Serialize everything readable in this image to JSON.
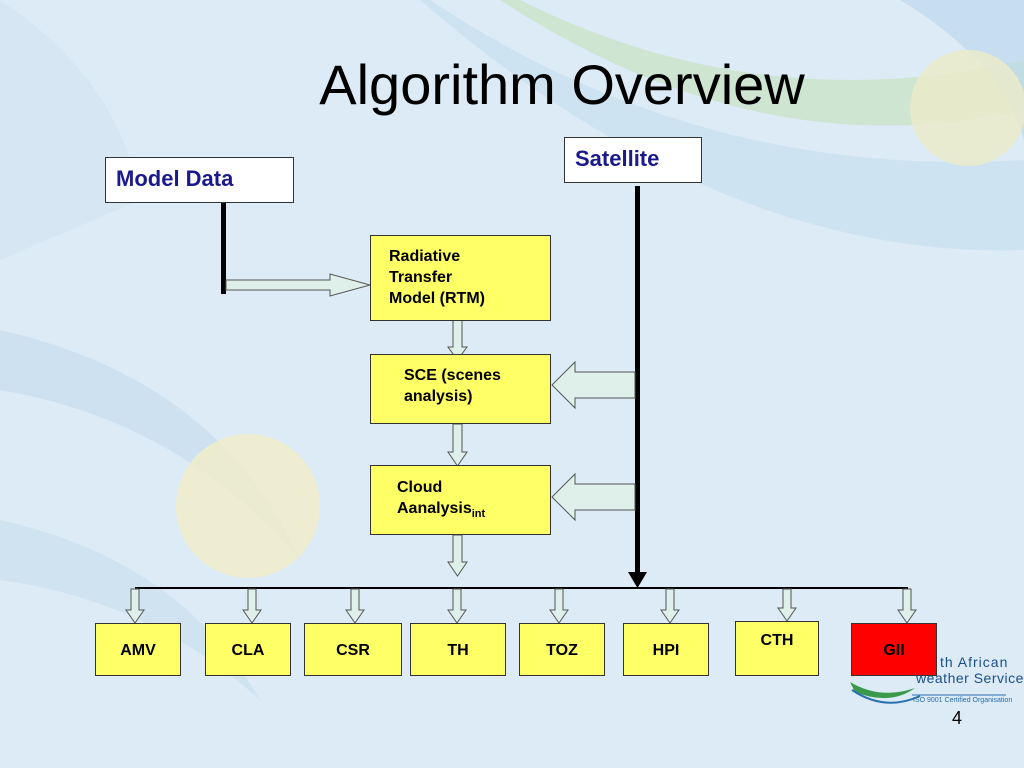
{
  "title": "Algorithm Overview",
  "inputs": {
    "model_data": "Model Data",
    "satellite": "Satellite"
  },
  "process": {
    "rtm": [
      "Radiative",
      "Transfer",
      "Model (RTM)"
    ],
    "sce": [
      "SCE (scenes",
      "analysis)"
    ],
    "cloud": {
      "line1": "Cloud",
      "line2": "Aanalysis",
      "sub": "int"
    }
  },
  "outputs": [
    "AMV",
    "CLA",
    "CSR",
    "TH",
    "TOZ",
    "HPI",
    "CTH",
    "GII"
  ],
  "logo": {
    "line1": "th  African",
    "line2": "weather Service",
    "line3": "ISO 9001 Certified Organisation"
  },
  "page_number": "4",
  "colors": {
    "process_fill": "#ffff66",
    "highlight_fill": "#ff0000",
    "arrow_fill": "#dff0ea",
    "label_text": "#1a1a8c"
  }
}
